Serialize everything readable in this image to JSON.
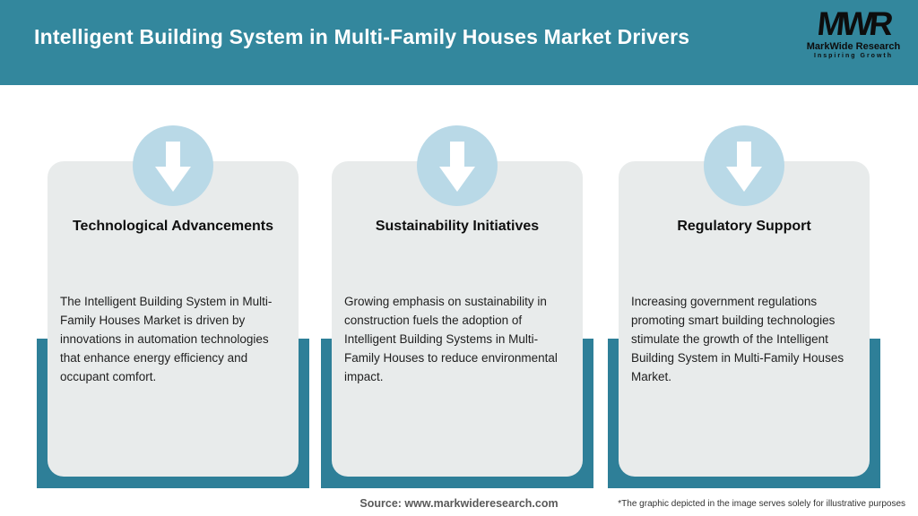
{
  "header": {
    "title": "Intelligent Building System in Multi-Family Houses Market Drivers",
    "logo": {
      "monogram": "MWR",
      "name": "MarkWide Research",
      "tagline": "Inspiring Growth"
    }
  },
  "cards": [
    {
      "icon": "down-arrow-icon",
      "title": "Technological Advancements",
      "body": "The Intelligent Building System in Multi-Family Houses Market is driven by innovations in automation technologies that enhance energy efficiency and occupant comfort."
    },
    {
      "icon": "down-arrow-icon",
      "title": "Sustainability Initiatives",
      "body": "Growing emphasis on sustainability in construction fuels the adoption of Intelligent Building Systems in Multi-Family Houses to reduce environmental impact."
    },
    {
      "icon": "down-arrow-icon",
      "title": "Regulatory Support",
      "body": "Increasing government regulations promoting smart building technologies stimulate the growth of the Intelligent Building System in Multi-Family Houses Market."
    }
  ],
  "footer": {
    "source": "Source: www.markwideresearch.com",
    "disclaimer": "*The graphic depicted in the image serves solely for illustrative purposes"
  },
  "colors": {
    "header_teal": "#33879D",
    "ribbon_teal": "#2E7F98",
    "circle_blue": "#B9D9E7",
    "card_gray": "#E8EBEB",
    "title_white": "#FFFFFF",
    "logo_black": "#0D0D0D"
  }
}
